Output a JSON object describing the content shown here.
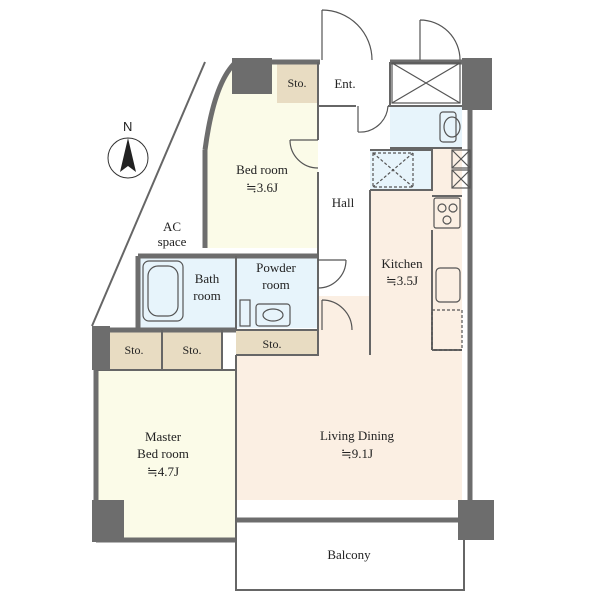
{
  "compass": {
    "label": "N"
  },
  "rooms": {
    "storage_entrance": "Sto.",
    "entrance": "Ent.",
    "bedroom": {
      "name": "Bed room",
      "size": "≒3.6J"
    },
    "hall": "Hall",
    "ac_space": {
      "line1": "AC",
      "line2": "space"
    },
    "kitchen": {
      "name": "Kitchen",
      "size": "≒3.5J"
    },
    "bath": {
      "line1": "Bath",
      "line2": "room"
    },
    "powder": {
      "line1": "Powder",
      "line2": "room"
    },
    "storage_master_1": "Sto.",
    "storage_master_2": "Sto.",
    "storage_living": "Sto.",
    "master": {
      "line1": "Master",
      "line2": "Bed room",
      "size": "≒4.7J"
    },
    "living": {
      "name": "Living Dining",
      "size": "≒9.1J"
    },
    "balcony": "Balcony"
  },
  "colors": {
    "wall": "#6d6d6d",
    "bedroom_fill": "#fbfbe8",
    "living_fill": "#fbefe3",
    "bath_fill": "#e7f4fb",
    "storage_fill": "#e8dcc2",
    "entrance_fill": "#ffffff"
  }
}
